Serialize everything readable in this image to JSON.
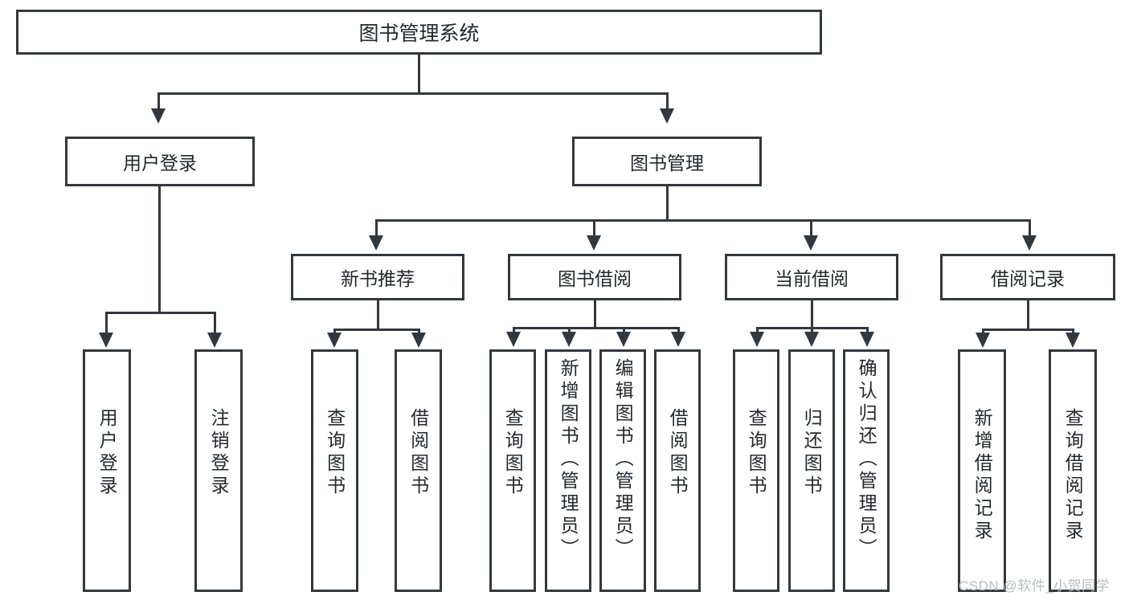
{
  "diagram": {
    "type": "tree-hierarchy-chart",
    "title": "图书管理系统",
    "root": {
      "label": "图书管理系统"
    },
    "level1": [
      {
        "label": "用户登录"
      },
      {
        "label": "图书管理"
      }
    ],
    "level2": [
      {
        "label": "新书推荐"
      },
      {
        "label": "图书借阅"
      },
      {
        "label": "当前借阅"
      },
      {
        "label": "借阅记录"
      }
    ],
    "leaves": {
      "user_login": [
        {
          "label": "用户登录"
        },
        {
          "label": "注销登录"
        }
      ],
      "new_book_recommend": [
        {
          "label": "查询图书"
        },
        {
          "label": "借阅图书"
        }
      ],
      "book_borrow": [
        {
          "label": "查询图书"
        },
        {
          "label": "新增图书（管理员）"
        },
        {
          "label": "编辑图书（管理员）"
        },
        {
          "label": "借阅图书"
        }
      ],
      "current_borrow": [
        {
          "label": "查询图书"
        },
        {
          "label": "归还图书"
        },
        {
          "label": "确认归还（管理员）"
        }
      ],
      "borrow_record": [
        {
          "label": "新增借阅记录"
        },
        {
          "label": "查询借阅记录"
        }
      ]
    }
  },
  "watermark": {
    "text": "CSDN @软件_小贺同学"
  },
  "colors": {
    "stroke": "#33383d",
    "text": "#24292e",
    "background": "#ffffff",
    "watermark": "#b9bcc0"
  }
}
